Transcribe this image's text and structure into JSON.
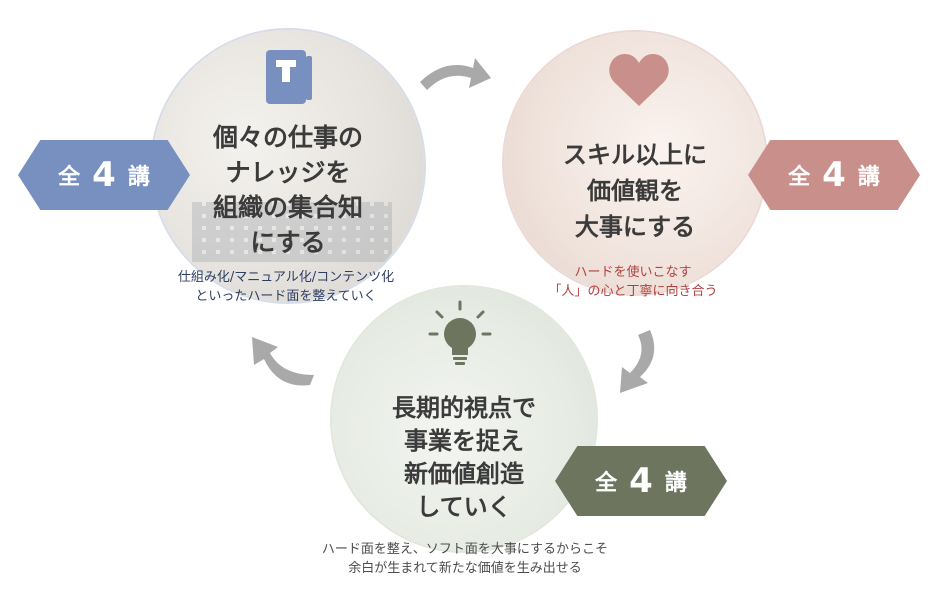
{
  "circles": [
    {
      "title_lines": [
        "個々の仕事の",
        "ナレッジを",
        "組織の集合知",
        "にする"
      ],
      "caption_lines": [
        "仕組み化/マニュアル化/コンテンツ化",
        "といったハード面を整えていく"
      ],
      "badge": {
        "prefix": "全",
        "number": "4",
        "suffix": "講"
      },
      "icon": "book-icon",
      "accent": "#7890c0"
    },
    {
      "title_lines": [
        "スキル以上に",
        "価値観を",
        "大事にする"
      ],
      "caption_lines": [
        "ハードを使いこなす",
        "「人」の心と丁寧に向き合う"
      ],
      "badge": {
        "prefix": "全",
        "number": "4",
        "suffix": "講"
      },
      "icon": "heart-icon",
      "accent": "#c98f8a"
    },
    {
      "title_lines": [
        "長期的視点で",
        "事業を捉え",
        "新価値創造",
        "していく"
      ],
      "caption_lines": [
        "ハード面を整え、ソフト面を大事にするからこそ",
        "余白が生まれて新たな価値を生み出せる"
      ],
      "badge": {
        "prefix": "全",
        "number": "4",
        "suffix": "講"
      },
      "icon": "lightbulb-icon",
      "accent": "#6d755f"
    }
  ],
  "arrows": [
    "cycle-arrow-icon",
    "cycle-arrow-icon",
    "cycle-arrow-icon"
  ],
  "arrow_color": "#a9a9a9"
}
